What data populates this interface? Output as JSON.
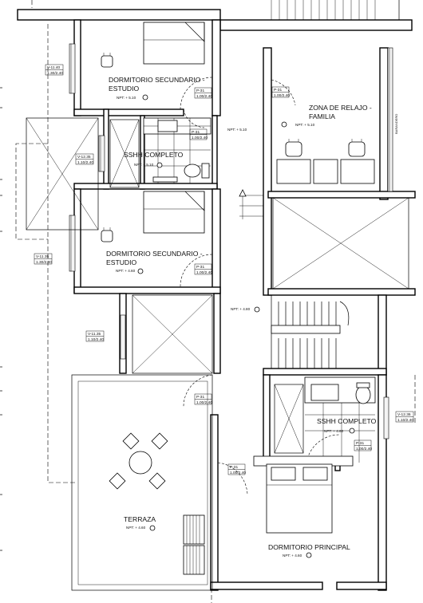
{
  "rooms": {
    "dorm_secundario_1": {
      "line1": "DORMITORIO SECUNDARIO -",
      "line2": "ESTUDIO",
      "level": "NPT: + 5.10"
    },
    "zona_relajo": {
      "line1": "ZONA DE RELAJO -",
      "line2": "FAMILIA",
      "level": "NPT: + 5.10"
    },
    "sshh_1": {
      "label": "SSHH COMPLETO",
      "level": "NPT: + 5.10"
    },
    "dorm_secundario_2": {
      "line1": "DORMITORIO SECUNDARIO -",
      "line2": "ESTUDIO",
      "level": "NPT: + 4.60"
    },
    "hall": {
      "level": "NPT: + 4.80"
    },
    "sshh_2": {
      "label": "SSHH COMPLETO",
      "level": "NPT: + 4.60"
    },
    "terraza": {
      "label": "TERRAZA",
      "level": "NPT: + 4.60"
    },
    "dorm_principal": {
      "label": "DORMITORIO PRINCIPAL",
      "level": "NPT: + 4.60"
    }
  },
  "tags": {
    "v_top_left": {
      "code": "V-11.40",
      "dims": "1.30/2.40"
    },
    "v_left_mid": {
      "code": "V-12.35",
      "dims": "1.10/2.40"
    },
    "v_left_lower": {
      "code": "V-11.35",
      "dims": "1.30/2.40"
    },
    "v_left_bottom": {
      "code": "V-11.35",
      "dims": "1.10/2.40"
    },
    "v_right": {
      "code": "V-12.36",
      "dims": "1.10/2.40"
    },
    "p_dorm1": {
      "code": "P-31",
      "dims": "1.00/2.40"
    },
    "p_sshh1": {
      "code": "P-31",
      "dims": "1.00/2.40"
    },
    "p_relajo": {
      "code": "P-31",
      "dims": "1.00/2.40"
    },
    "p_dorm2": {
      "code": "P-31",
      "dims": "1.00/2.40"
    },
    "p_hall": {
      "code": "P-31",
      "dims": "1.00/2.40"
    },
    "p_sshh2": {
      "code": "P-31",
      "dims": "1.00/2.40"
    },
    "p_principal": {
      "code": "P-31",
      "dims": "1.00/2.40"
    }
  },
  "side_note": "BARANDERO"
}
